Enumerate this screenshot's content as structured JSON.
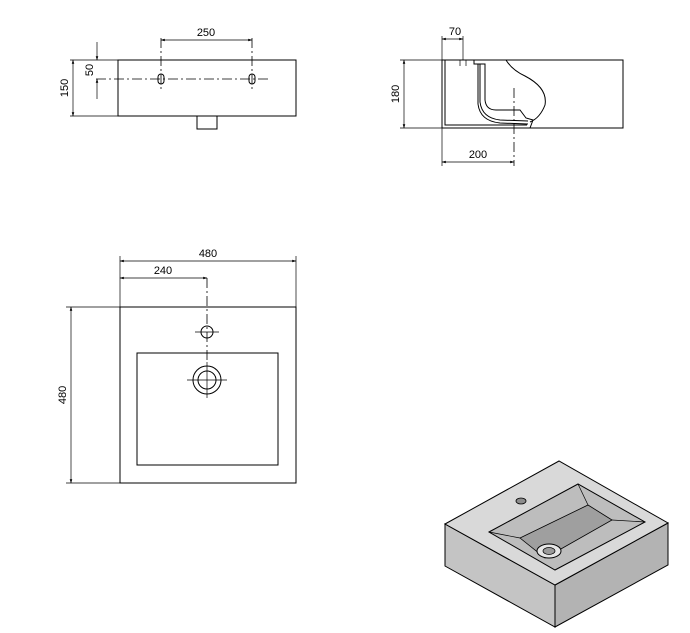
{
  "dimensions": {
    "front_width_between_holes": "250",
    "front_height": "150",
    "front_hole_height": "50",
    "side_depth_top": "70",
    "side_height": "180",
    "side_depth_bottom": "200",
    "top_width": "480",
    "top_half_width": "240",
    "top_depth": "480"
  },
  "colors": {
    "line": "#000000",
    "iso_top": "#d9d9d9",
    "iso_side_left": "#c4c4c4",
    "iso_side_right": "#b3b3b3",
    "iso_bowl": "#bdbdbd",
    "iso_bowl_floor": "#9f9f9f"
  }
}
